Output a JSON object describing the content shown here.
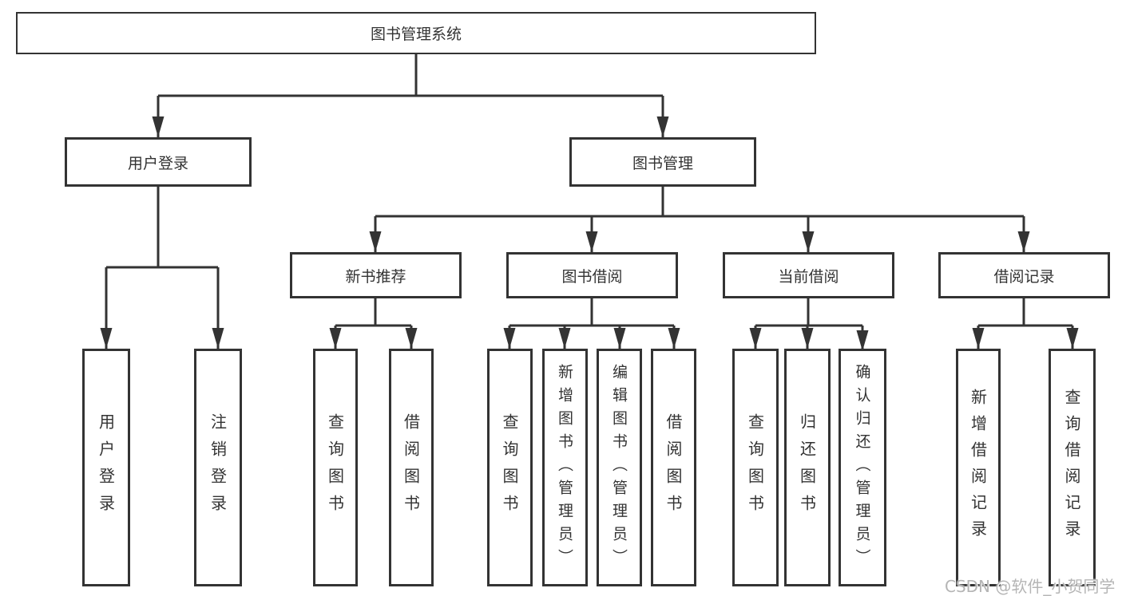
{
  "diagram": {
    "root": "图书管理系统",
    "branches": {
      "user_login": {
        "label": "用户登录",
        "children": [
          "用户登录",
          "注销登录"
        ]
      },
      "book_management": {
        "label": "图书管理",
        "sections": [
          {
            "label": "新书推荐",
            "children": [
              "查询图书",
              "借阅图书"
            ]
          },
          {
            "label": "图书借阅",
            "children": [
              "查询图书",
              "新增图书（管理员）",
              "编辑图书（管理员）",
              "借阅图书"
            ]
          },
          {
            "label": "当前借阅",
            "children": [
              "查询图书",
              "归还图书",
              "确认归还（管理员）"
            ]
          },
          {
            "label": "借阅记录",
            "children": [
              "新增借阅记录",
              "查询借阅记录"
            ]
          }
        ]
      }
    }
  },
  "watermark": "CSDN @软件_小贺同学",
  "colors": {
    "line": "#333333",
    "box_border": "#333333",
    "text": "#333333",
    "watermark_text": "#b5b5b5",
    "background": "#ffffff"
  }
}
